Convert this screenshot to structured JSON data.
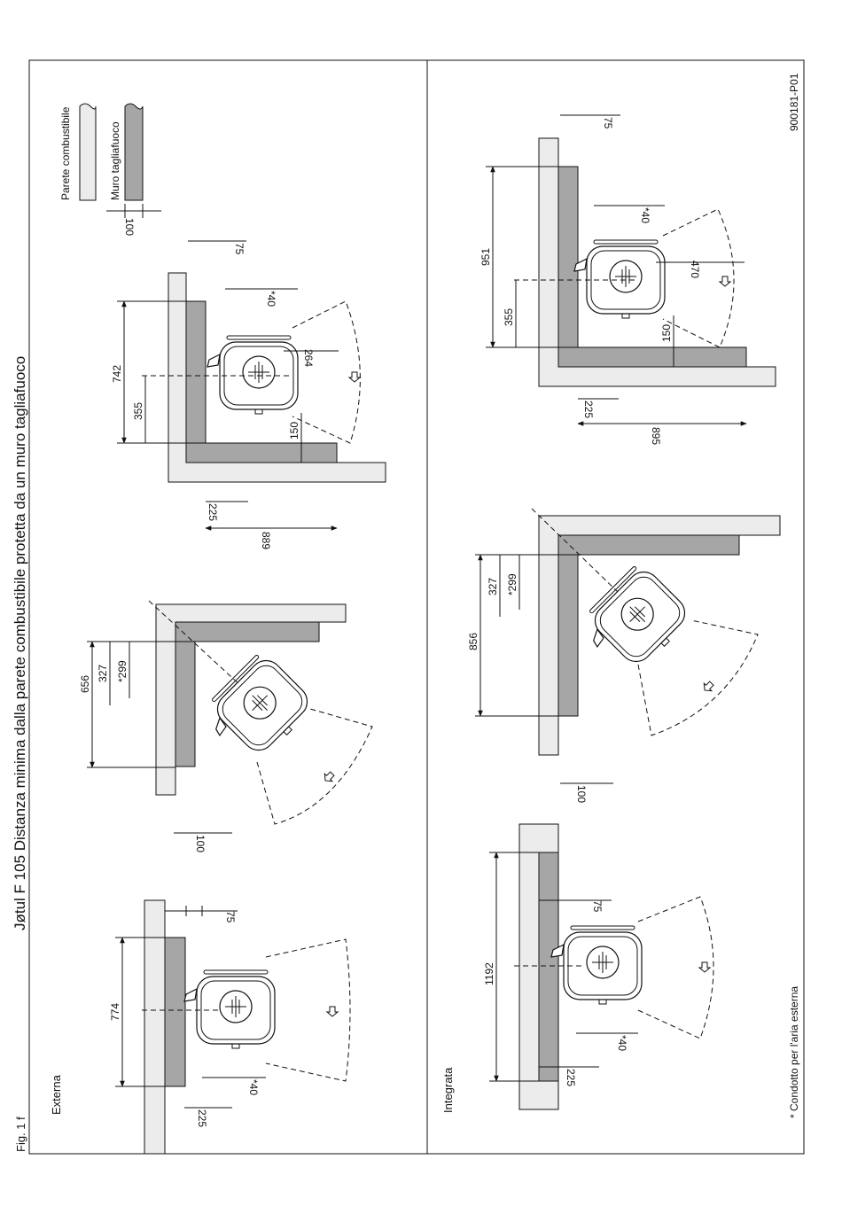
{
  "title": "Jøtul F 105 Distanza minima dalla parete combustibile protetta da un muro tagliafuoco",
  "fig_label": "Fig. 1 f",
  "ref_code": "900181-P01",
  "footnote": "* Condotto per l'aria esterna",
  "legend": {
    "combustible_wall": "Parete combustibile",
    "firewall": "Muro tagliafuoco",
    "gap": "100"
  },
  "sections": {
    "top": "Externa",
    "bottom": "Integrata"
  },
  "dims": {
    "ext_straight": {
      "total": "774",
      "side": "225",
      "back": "75",
      "air": "*40"
    },
    "ext_corner": {
      "total": "656",
      "a": "327",
      "b": "*299",
      "gap": "100"
    },
    "ext_offset": {
      "total": "742",
      "a": "355",
      "back": "75",
      "air": "*40",
      "front": "264",
      "gap150": "150",
      "side": "225",
      "width": "889"
    },
    "int_straight": {
      "total": "1192",
      "side": "225",
      "back": "75",
      "air": "*40"
    },
    "int_corner": {
      "total": "856",
      "a": "327",
      "b": "*299",
      "gap": "100"
    },
    "int_offset": {
      "total": "951",
      "a": "355",
      "back": "75",
      "air": "*40",
      "front": "470",
      "gap150": "150",
      "side": "225",
      "width": "895"
    }
  },
  "colors": {
    "firewall": "#a6a6a6",
    "combustible": "#ececec",
    "line": "#111111"
  }
}
